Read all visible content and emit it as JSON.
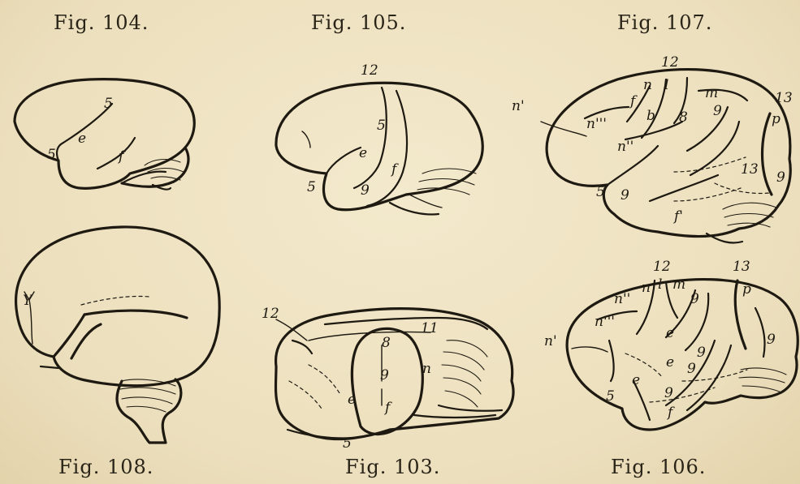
{
  "captions": {
    "fig104": "Fig. 104.",
    "fig105": "Fig. 105.",
    "fig107": "Fig. 107.",
    "fig108": "Fig. 108.",
    "fig103": "Fig. 103.",
    "fig106": "Fig. 106."
  },
  "labels": {
    "fig104": [
      "5",
      "e",
      "5",
      "f"
    ],
    "fig105": [
      "12",
      "5",
      "e",
      "f",
      "5",
      "9"
    ],
    "fig107": [
      "12",
      "n'",
      "n",
      "l",
      "f",
      "b",
      "n'''",
      "m",
      "9",
      "8",
      "n''",
      "13",
      "p",
      "13",
      "9",
      "5",
      "9",
      "f'"
    ],
    "fig108": [
      "Y"
    ],
    "fig103": [
      "12",
      "11",
      "8",
      "9",
      "n",
      "e",
      "f",
      "5"
    ],
    "fig106": [
      "12",
      "13",
      "n''",
      "n",
      "l",
      "m",
      "p",
      "9",
      "n'''",
      "n'",
      "e",
      "9",
      "e",
      "9",
      "9",
      "e",
      "9",
      "5",
      "f"
    ]
  }
}
